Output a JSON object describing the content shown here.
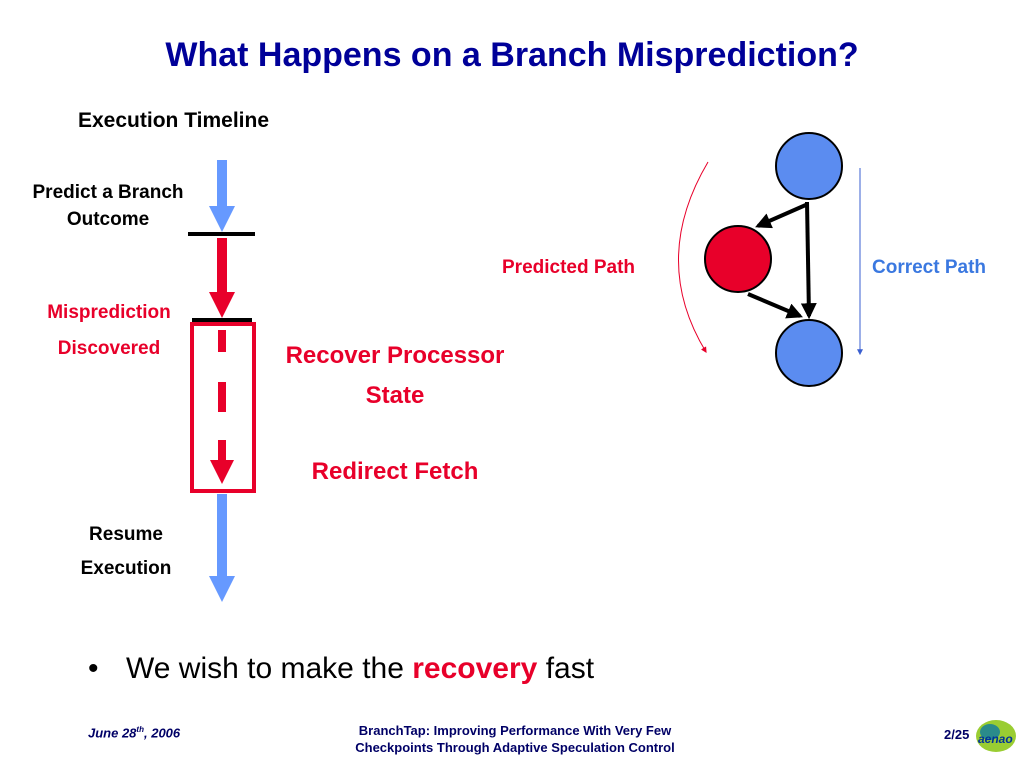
{
  "title": "What Happens on a Branch Misprediction?",
  "timeline": {
    "heading": "Execution Timeline",
    "predict_line1": "Predict a Branch",
    "predict_line2": "Outcome",
    "mispred_line1": "Misprediction",
    "mispred_line2": "Discovered",
    "resume_line1": "Resume",
    "resume_line2": "Execution",
    "recover_line1": "Recover Processor",
    "recover_line2": "State",
    "redirect": "Redirect Fetch"
  },
  "paths": {
    "predicted": "Predicted Path",
    "correct": "Correct Path"
  },
  "bullet": {
    "prefix": "We wish to make the",
    "emphasis": "recovery",
    "suffix": "fast"
  },
  "footer": {
    "date_prefix": "June 28",
    "date_sup": "th",
    "date_suffix": ", 2006",
    "title_line1": "BranchTap: Improving Performance With Very Few",
    "title_line2": "Checkpoints Through Adaptive Speculation Control",
    "page": "2/25",
    "logo_text": "aenao"
  },
  "colors": {
    "title": "#000099",
    "red": "#e8002a",
    "blue_arrow": "#6699ff",
    "node_blue": "#5b8cf0",
    "correct_blue": "#3a78e0",
    "footer": "#000066"
  }
}
